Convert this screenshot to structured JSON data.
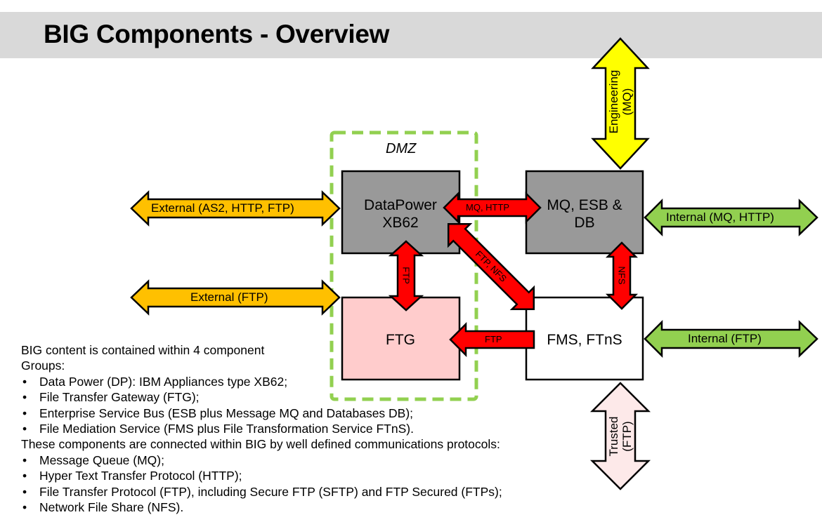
{
  "slide": {
    "title": "BIG Components - Overview",
    "colors": {
      "title_bar": "#d9d9d9",
      "dmz_border": "#92d050",
      "component_gray": "#999999",
      "ftg_fill": "#ffcccc",
      "fms_fill": "#ffffff",
      "external_arrow": "#ffc000",
      "internal_arrow": "#92d050",
      "engineering_arrow": "#ffff00",
      "trusted_arrow": "#fde9e9",
      "link_arrow": "#ff0000"
    }
  },
  "diagram": {
    "dmz_label": "DMZ",
    "components": {
      "datapower": {
        "line1": "DataPower",
        "line2": "XB62"
      },
      "mq_esb_db": {
        "line1": "MQ, ESB &",
        "line2": "DB"
      },
      "ftg": {
        "label": "FTG"
      },
      "fms_ftns": {
        "label": "FMS, FTnS"
      }
    },
    "external_arrows": {
      "external_as2": "External (AS2, HTTP, FTP)",
      "external_ftp": "External (FTP)",
      "internal_mq_http": "Internal (MQ, HTTP)",
      "internal_ftp": "Internal (FTP)",
      "engineering": {
        "line1": "Engineering",
        "line2": "(MQ)"
      },
      "trusted": {
        "line1": "Trusted",
        "line2": "(FTP)"
      }
    },
    "links": {
      "dp_mq": "MQ, HTTP",
      "dp_ftg": "FTP",
      "dp_fms": "FTP, NFS",
      "mq_fms": "NFS",
      "fms_ftg": "FTP"
    }
  },
  "description": {
    "intro_line1": "BIG content is contained within 4 component",
    "intro_line2": "Groups:",
    "components": [
      "Data Power (DP): IBM Appliances type XB62;",
      "File Transfer Gateway (FTG);",
      "Enterprise Service Bus (ESB plus Message MQ  and Databases DB);",
      "File Mediation Service (FMS plus File Transformation Service FTnS)."
    ],
    "protocols_intro": "These components are connected within BIG by well defined communications protocols:",
    "protocols": [
      "Message Queue (MQ);",
      "Hyper Text Transfer Protocol (HTTP);",
      "File Transfer Protocol (FTP), including Secure FTP (SFTP) and FTP Secured (FTPs);",
      "Network File Share (NFS)."
    ],
    "bullet": "•"
  }
}
